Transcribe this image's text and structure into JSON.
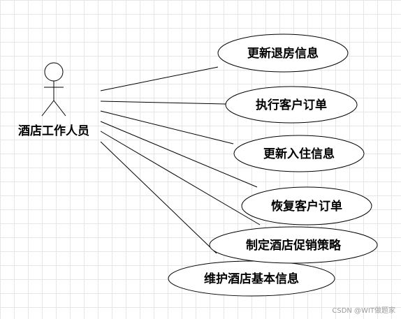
{
  "actor": {
    "label": "酒店工作人员"
  },
  "use_cases": [
    {
      "label": "更新退房信息"
    },
    {
      "label": "执行客户订单"
    },
    {
      "label": "更新入住信息"
    },
    {
      "label": "恢复客户订单"
    },
    {
      "label": "制定酒店促销策略"
    },
    {
      "label": "维护酒店基本信息"
    }
  ],
  "watermark": "CSDN @WIT做题家"
}
